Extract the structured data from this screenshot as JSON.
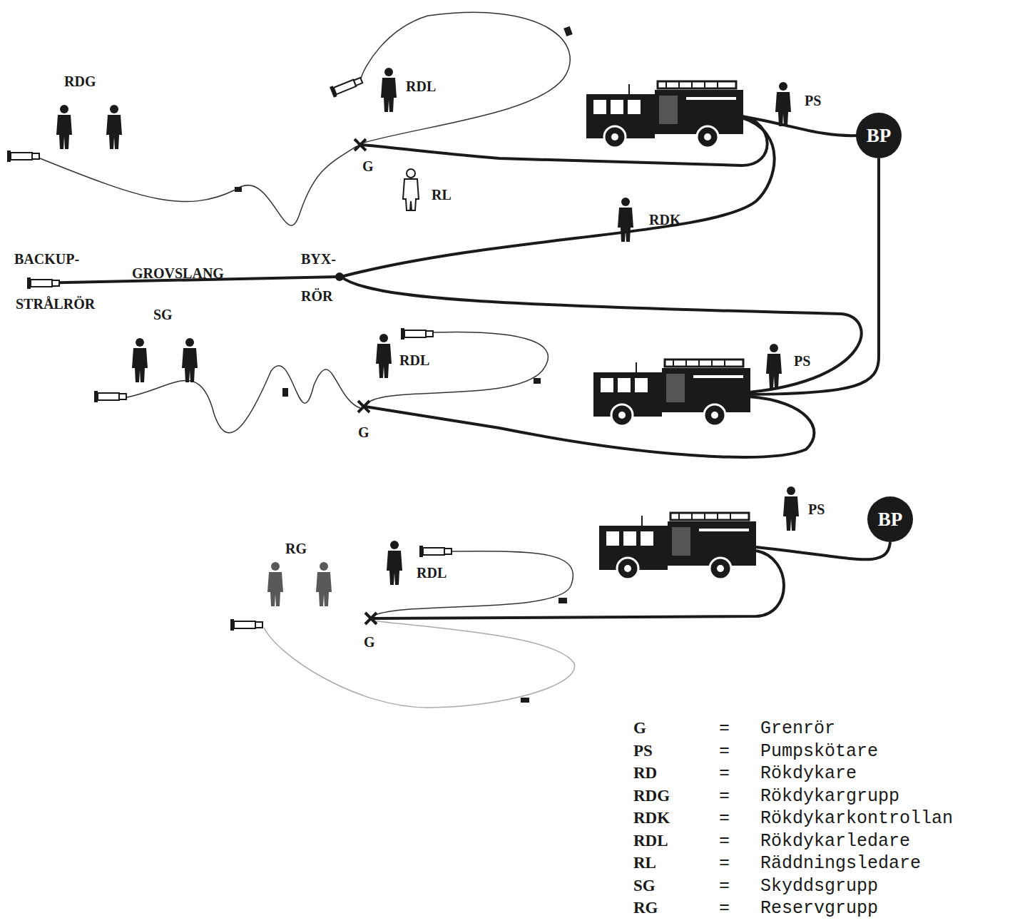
{
  "diagram": {
    "nodes": [
      {
        "text": [
          "BP"
        ]
      },
      {
        "text": [
          "BP"
        ]
      }
    ],
    "labels": [
      "RDG",
      "RDL",
      "PS",
      "G",
      "RL",
      "RDK",
      "BACKUP-",
      "GROVSLANG",
      "BYX-",
      "STRÅLRÖR",
      "RÖR",
      "SG",
      "RDL",
      "PS",
      "G",
      "PS",
      "RG",
      "RDL",
      "G",
      "G",
      "=",
      "Grenrör",
      "PS",
      "=",
      "Pumpskötare",
      "RD",
      "=",
      "Rökdykare",
      "RDG",
      "=",
      "Rökdykargrupp",
      "RDK",
      "=",
      "Rökdykarkontrollan",
      "RDL",
      "=",
      "Rökdykarledare",
      "RL",
      "=",
      "Räddningsledare",
      "SG",
      "=",
      "Skyddsgrupp",
      "RG",
      "=",
      "Reservgrupp"
    ]
  }
}
